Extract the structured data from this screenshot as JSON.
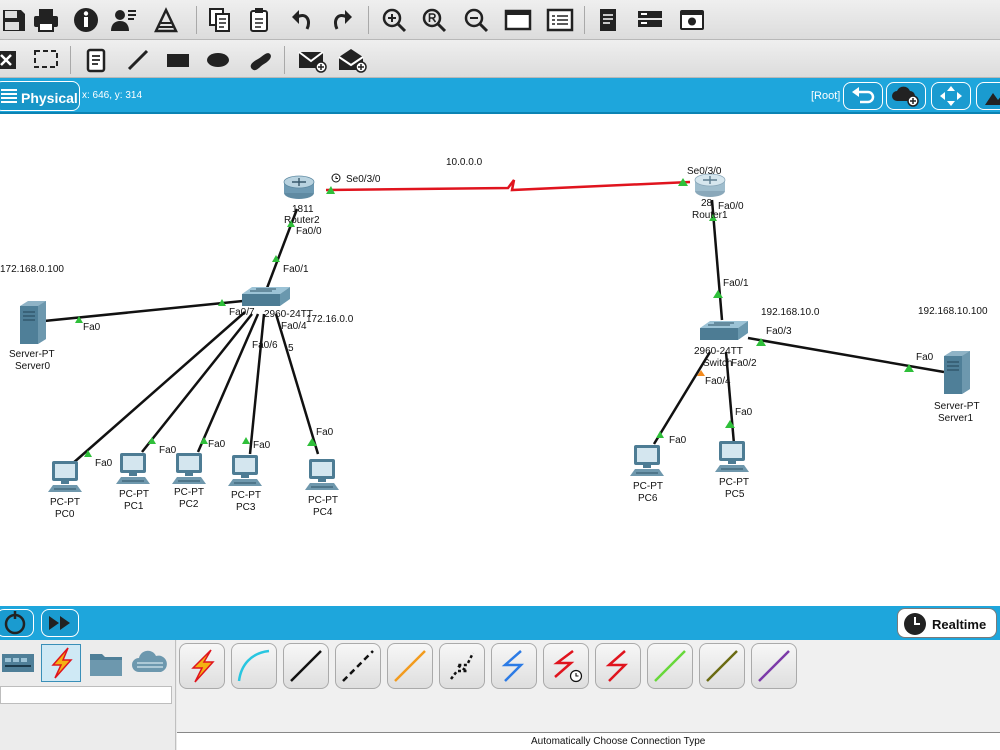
{
  "physical_bar": {
    "mode_label": "Physical",
    "coordinates": "x: 646, y: 314",
    "root_label": "[Root]"
  },
  "network_labels": {
    "wan_network": "10.0.0.0",
    "left_lan_ip": "172.168.0.100",
    "left_lan_net": "172.16.0.0",
    "right_lan_net": "192.168.10.0",
    "right_server_ip": "192.168.10.100"
  },
  "devices": {
    "router2": {
      "model": "1811",
      "name": "Router2"
    },
    "router1": {
      "model": "28",
      "name": "Router1"
    },
    "switch_left": {
      "model": "2960-24TT"
    },
    "switch_right": {
      "model": "2960-24TT",
      "name": "Switch"
    },
    "server0": {
      "type": "Server-PT",
      "name": "Server0"
    },
    "server1": {
      "type": "Server-PT",
      "name": "Server1"
    },
    "pcs": [
      {
        "type": "PC-PT",
        "name": "PC0"
      },
      {
        "type": "PC-PT",
        "name": "PC1"
      },
      {
        "type": "PC-PT",
        "name": "PC2"
      },
      {
        "type": "PC-PT",
        "name": "PC3"
      },
      {
        "type": "PC-PT",
        "name": "PC4"
      },
      {
        "type": "PC-PT",
        "name": "PC6"
      },
      {
        "type": "PC-PT",
        "name": "PC5"
      }
    ]
  },
  "ports": {
    "r2_se": "Se0/3/0",
    "r2_fa": "Fa0/0",
    "sw2_fa01": "Fa0/1",
    "sw2_fa07": "Fa0/7",
    "sw2_fa04": "Fa0/4",
    "sw2_fa06": "Fa0/6",
    "sw2_fa05": "5",
    "server0_fa": "Fa0",
    "pc0_fa": "Fa0",
    "pc1_fa": "Fa0",
    "pc2_fa": "Fa0",
    "pc3_fa": "Fa0",
    "pc4_fa": "Fa0",
    "r1_se": "Se0/3/0",
    "r1_fa": "Fa0/0",
    "sw1_fa01": "Fa0/1",
    "sw1_fa03": "Fa0/3",
    "sw1_fa02": "Fa0/2",
    "sw1_fa04": "Fa0/4",
    "server1_fa": "Fa0",
    "pc6_fa": "Fa0",
    "pc5_fa": "Fa0"
  },
  "bottom_bar": {
    "realtime_label": "Realtime"
  },
  "connections_panel": {
    "caption": "Automatically Choose Connection Type"
  },
  "colors": {
    "accent_blue": "#1ea6dc",
    "serial_link": "#e0141e",
    "link_up": "#2fbf3a"
  }
}
